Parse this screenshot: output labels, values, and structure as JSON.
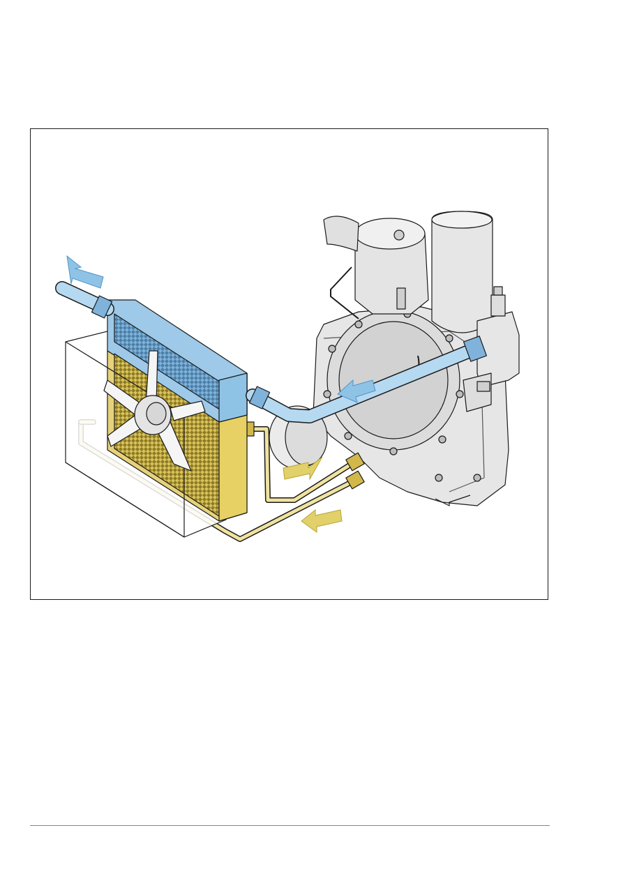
{
  "figure": {
    "colors": {
      "air": "#8fc3e6",
      "air_dark": "#4f94c8",
      "oil": "#e2d06a",
      "oil_dark": "#b8a331",
      "metal": "#e9e9e9",
      "outline": "#1a1a1a"
    },
    "components": [
      "compressor-unit",
      "air-cooler",
      "oil-cooler",
      "cooling-fan",
      "air-outlet-pipe",
      "oil-supply-pipe",
      "oil-return-pipe"
    ],
    "flow_arrows": [
      {
        "name": "air-outlet-arrow",
        "medium": "air",
        "direction": "up-left"
      },
      {
        "name": "air-into-cooler-arrow",
        "medium": "air",
        "direction": "left"
      },
      {
        "name": "oil-to-compressor-arrow",
        "medium": "oil",
        "direction": "right"
      },
      {
        "name": "oil-from-compressor-arrow",
        "medium": "oil",
        "direction": "left"
      }
    ]
  },
  "footer": {
    "rule_color": "#3a9ad9"
  }
}
